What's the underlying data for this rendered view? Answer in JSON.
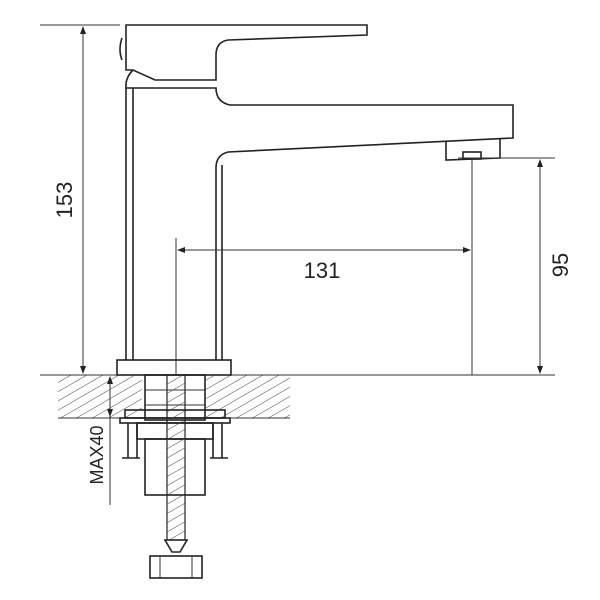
{
  "dimensions": {
    "height_total": "153",
    "spout_reach": "131",
    "spout_height": "95",
    "deck_thickness": "MAX40"
  },
  "colors": {
    "line": "#222222",
    "background": "#ffffff"
  }
}
